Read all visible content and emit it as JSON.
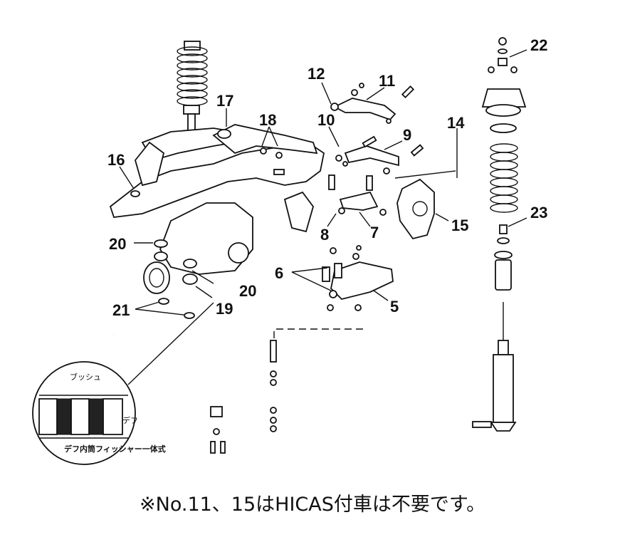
{
  "callouts": {
    "n5": "5",
    "n6": "6",
    "n7": "7",
    "n8": "8",
    "n9": "9",
    "n10": "10",
    "n11": "11",
    "n12": "12",
    "n14": "14",
    "n15": "15",
    "n16": "16",
    "n17": "17",
    "n18": "18",
    "n19": "19",
    "n20a": "20",
    "n20b": "20",
    "n21": "21",
    "n22": "22",
    "n23": "23"
  },
  "inset": {
    "bush_label": "ブッシュ",
    "diff_label": "デフ",
    "caption": "デフ内筒フィッシャー一体式"
  },
  "footnote": "※No.11、15はHICAS付車は不要です。"
}
